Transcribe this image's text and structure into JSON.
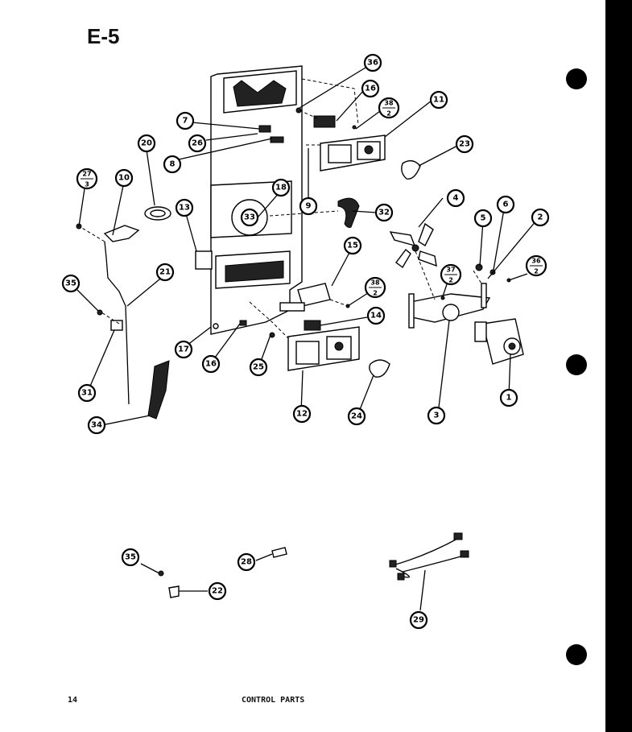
{
  "page": {
    "section_code": "E-5",
    "page_number": "14",
    "footer_title": "CONTROL PARTS"
  },
  "callouts": {
    "c1": "1",
    "c2": "2",
    "c3": "3",
    "c4": "4",
    "c5": "5",
    "c6": "6",
    "c7": "7",
    "c8": "8",
    "c9": "9",
    "c10": "10",
    "c11": "11",
    "c12": "12",
    "c13": "13",
    "c14": "14",
    "c15": "15",
    "c16": "16",
    "c16b": "16",
    "c17": "17",
    "c18": "18",
    "c20": "20",
    "c21": "21",
    "c22": "22",
    "c23": "23",
    "c24": "24",
    "c25": "25",
    "c26": "26",
    "c28": "28",
    "c29": "29",
    "c31": "31",
    "c32": "32",
    "c33": "33",
    "c34": "34",
    "c35": "35",
    "c35b": "35",
    "c36": "36",
    "f27_top": "27",
    "f27_bot": "3",
    "f38a_top": "38",
    "f38a_bot": "2",
    "f38b_top": "38",
    "f38b_bot": "2",
    "f37_top": "37",
    "f37_bot": "2",
    "f36_top": "36",
    "f36_bot": "2"
  }
}
